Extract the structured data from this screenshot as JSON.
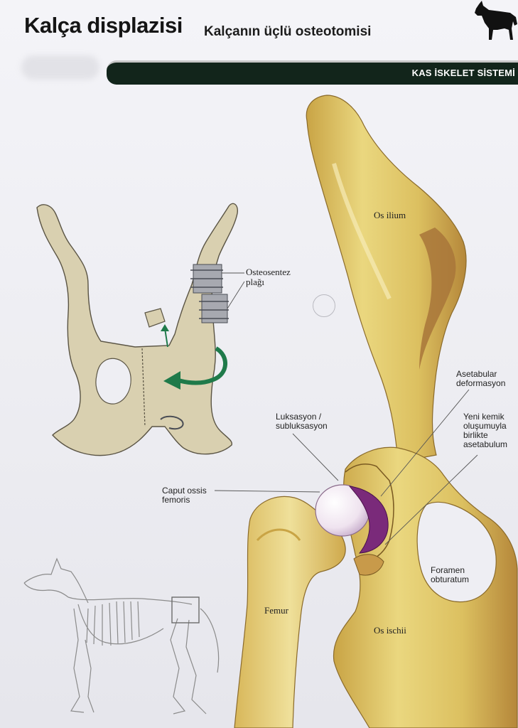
{
  "header": {
    "title": "Kalça displazisi",
    "subtitle": "Kalçanın üçlü osteotomisi",
    "section": "KAS İSKELET SİSTEMİ",
    "logo_icon": "german-shepherd-silhouette-icon"
  },
  "labels": {
    "osteosentez": "Osteosentez\nplağı",
    "os_ilium": "Os ilium",
    "asetabular": "Asetabular\ndeformasyon",
    "yeni_kemik": "Yeni kemik\noluşumuyla\nbirlikte\nasetabulum",
    "luksasyon": "Luksasyon /\nsubluksasyon",
    "caput": "Caput ossis\nfemoris",
    "foramen": "Foramen\nobturatum",
    "femur": "Femur",
    "os_ischii": "Os ischii"
  },
  "colors": {
    "bone_light": "#e8d47a",
    "bone_mid": "#d8bb52",
    "bone_shadow": "#b88a3c",
    "pelvis_schematic": "#d9d0b0",
    "arrow_green": "#1f7a4a",
    "cartilage_purple": "#7a2a7a",
    "section_bar": "#12251b"
  }
}
